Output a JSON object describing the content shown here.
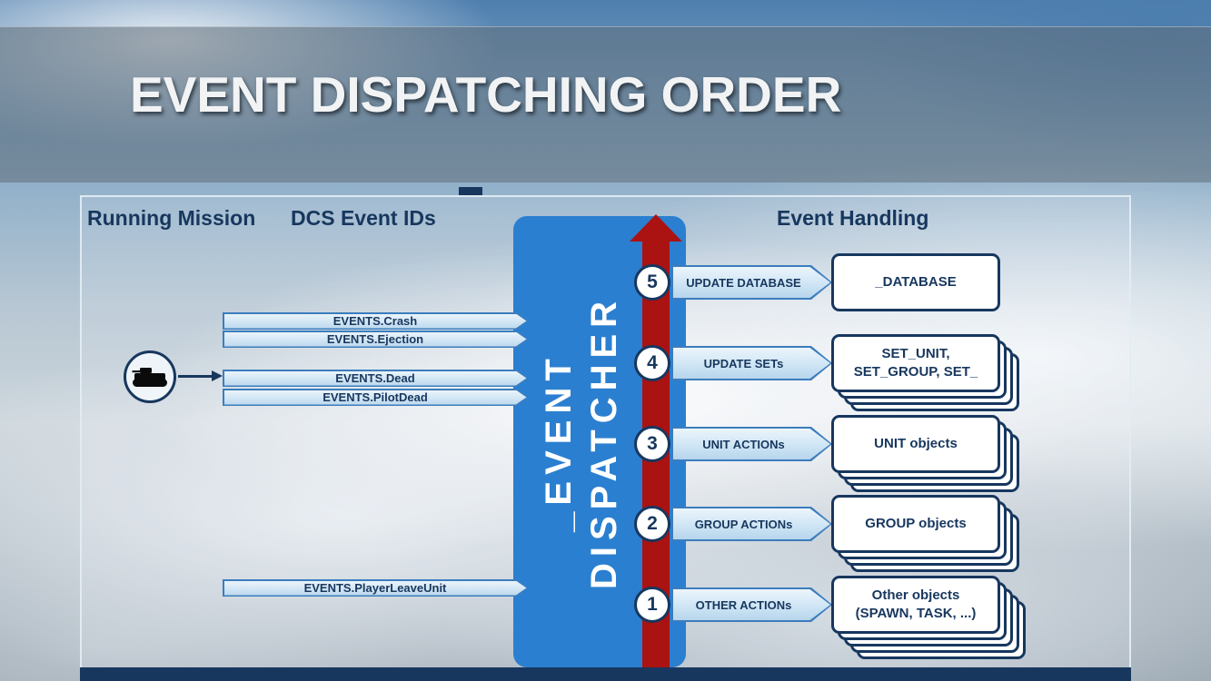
{
  "title": "EVENT DISPATCHING ORDER",
  "headers": {
    "running_mission": "Running Mission",
    "dcs_event_ids": "DCS Event IDs",
    "event_handling": "Event Handling"
  },
  "dispatcher": {
    "line1": "_EVENT",
    "line2": "DISPATCHER"
  },
  "icons": {
    "unit": "tank-icon"
  },
  "events": [
    {
      "label": "EVENTS.Crash"
    },
    {
      "label": "EVENTS.Ejection"
    },
    {
      "label": "EVENTS.Dead"
    },
    {
      "label": "EVENTS.PilotDead"
    },
    {
      "label": "EVENTS.PlayerLeaveUnit"
    }
  ],
  "steps": [
    {
      "number": "5",
      "action": "UPDATE DATABASE",
      "target_line1": "_DATABASE",
      "target_line2": "",
      "stacked": false
    },
    {
      "number": "4",
      "action": "UPDATE SETs",
      "target_line1": "SET_UNIT,",
      "target_line2": "SET_GROUP, SET_",
      "stacked": true
    },
    {
      "number": "3",
      "action": "UNIT ACTIONs",
      "target_line1": "UNIT objects",
      "target_line2": "",
      "stacked": true
    },
    {
      "number": "2",
      "action": "GROUP ACTIONs",
      "target_line1": "GROUP objects",
      "target_line2": "",
      "stacked": true
    },
    {
      "number": "1",
      "action": "OTHER ACTIONs",
      "target_line1": "Other objects",
      "target_line2": "(SPAWN, TASK, ...)",
      "stacked": true
    }
  ],
  "colors": {
    "navy": "#17375e",
    "dispatcher-blue": "#2b7fd0",
    "arrow-red": "#ab1212",
    "arrow-light": "#d9ebf8",
    "arrow-border": "#3c7dbd",
    "box-bg": "#ffffff"
  }
}
